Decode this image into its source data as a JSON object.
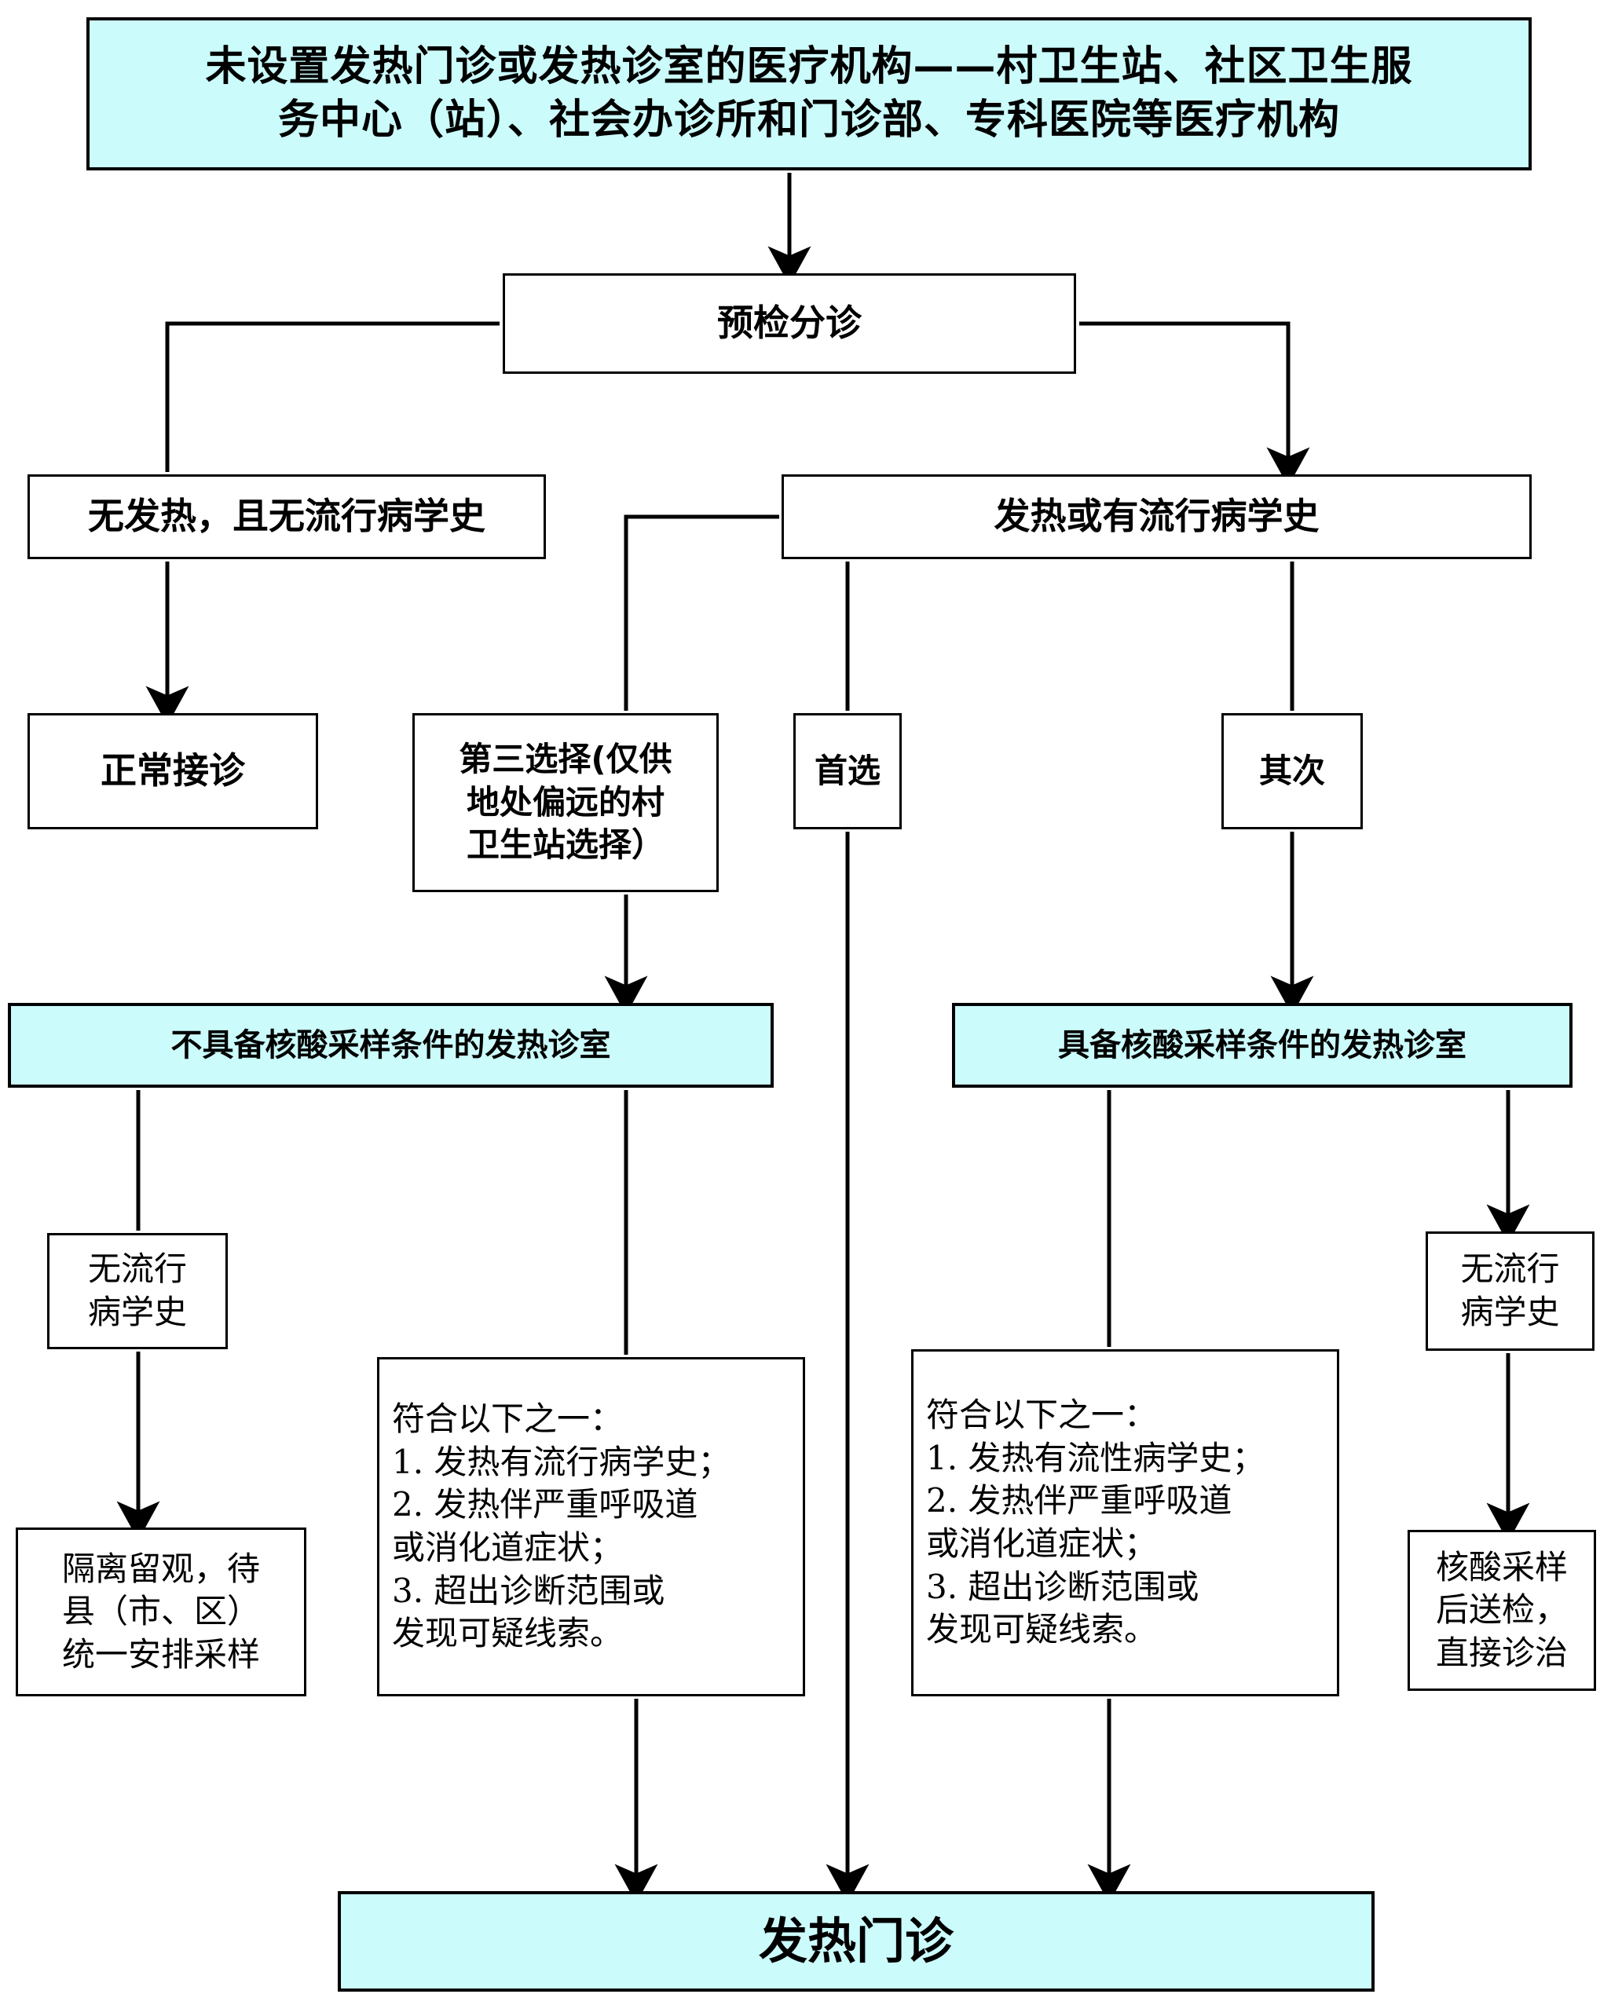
{
  "meta": {
    "title": "未设置发热门诊或发热诊室的医疗机构分诊流程图",
    "type": "flowchart",
    "colors": {
      "highlight_fill": "#CBFBFB",
      "node_fill": "#FFFFFF",
      "stroke": "#000000"
    }
  },
  "nodes": {
    "header": {
      "id": "header",
      "label": "未设置发热门诊或发热诊室的医疗机构——村卫生站、社区卫生服\n务中心（站）、社会办诊所和门诊部、专科医院等医疗机构",
      "fill": "#CBFBFB"
    },
    "triage": {
      "id": "triage",
      "label": "预检分诊",
      "fill": "#FFFFFF"
    },
    "no_fever": {
      "id": "no_fever",
      "label": "无发热，且无流行病学史",
      "fill": "#FFFFFF"
    },
    "fever": {
      "id": "fever",
      "label": "发热或有流行病学史",
      "fill": "#FFFFFF"
    },
    "normal_visit": {
      "id": "normal_visit",
      "label": "正常接诊",
      "fill": "#FFFFFF"
    },
    "third_choice": {
      "id": "third_choice",
      "label": "第三选择(仅供\n地处偏远的村\n卫生站选择）",
      "fill": "#FFFFFF"
    },
    "first_choice": {
      "id": "first_choice",
      "label": "首选",
      "fill": "#FFFFFF"
    },
    "second_choice": {
      "id": "second_choice",
      "label": "其次",
      "fill": "#FFFFFF"
    },
    "room_no_swab": {
      "id": "room_no_swab",
      "label": "不具备核酸采样条件的发热诊室",
      "fill": "#CBFBFB"
    },
    "room_with_swab": {
      "id": "room_with_swab",
      "label": "具备核酸采样条件的发热诊室",
      "fill": "#CBFBFB"
    },
    "no_epi_left": {
      "id": "no_epi_left",
      "label": "无流行\n病学史",
      "fill": "#FFFFFF"
    },
    "no_epi_right": {
      "id": "no_epi_right",
      "label": "无流行\n病学史",
      "fill": "#FFFFFF"
    },
    "isolate_observe": {
      "id": "isolate_observe",
      "label": "隔离留观，待\n县（市、区）\n统一安排采样",
      "fill": "#FFFFFF"
    },
    "criteria_left": {
      "id": "criteria_left",
      "label": "符合以下之一：\n1. 发热有流行病学史；\n2. 发热伴严重呼吸道\n或消化道症状；\n3. 超出诊断范围或\n 发现可疑线索。",
      "fill": "#FFFFFF"
    },
    "criteria_right": {
      "id": "criteria_right",
      "label": "符合以下之一：\n1. 发热有流性病学史；\n2. 发热伴严重呼吸道\n或消化道症状；\n3. 超出诊断范围或\n 发现可疑线索。",
      "fill": "#FFFFFF"
    },
    "swab_send": {
      "id": "swab_send",
      "label": "核酸采样\n后送检，\n直接诊治",
      "fill": "#FFFFFF"
    },
    "fever_clinic": {
      "id": "fever_clinic",
      "label": "发热门诊",
      "fill": "#CBFBFB"
    }
  },
  "edges": [
    {
      "from": "header",
      "to": "triage",
      "arrow": true
    },
    {
      "from": "triage",
      "to": "no_fever",
      "arrow": false
    },
    {
      "from": "triage",
      "to": "fever",
      "arrow": true
    },
    {
      "from": "no_fever",
      "to": "normal_visit",
      "arrow": true
    },
    {
      "from": "fever",
      "to": "third_choice",
      "arrow": false
    },
    {
      "from": "fever",
      "to": "first_choice",
      "arrow": false
    },
    {
      "from": "fever",
      "to": "second_choice",
      "arrow": false
    },
    {
      "from": "third_choice",
      "to": "room_no_swab",
      "arrow": true
    },
    {
      "from": "second_choice",
      "to": "room_with_swab",
      "arrow": true
    },
    {
      "from": "room_no_swab",
      "to": "no_epi_left",
      "arrow": false
    },
    {
      "from": "room_no_swab",
      "to": "criteria_left",
      "arrow": false
    },
    {
      "from": "room_with_swab",
      "to": "criteria_right",
      "arrow": false
    },
    {
      "from": "room_with_swab",
      "to": "no_epi_right",
      "arrow": true
    },
    {
      "from": "no_epi_left",
      "to": "isolate_observe",
      "arrow": true
    },
    {
      "from": "no_epi_right",
      "to": "swab_send",
      "arrow": true
    },
    {
      "from": "criteria_left",
      "to": "fever_clinic",
      "arrow": true
    },
    {
      "from": "first_choice",
      "to": "fever_clinic",
      "arrow": true
    },
    {
      "from": "criteria_right",
      "to": "fever_clinic",
      "arrow": true
    }
  ]
}
